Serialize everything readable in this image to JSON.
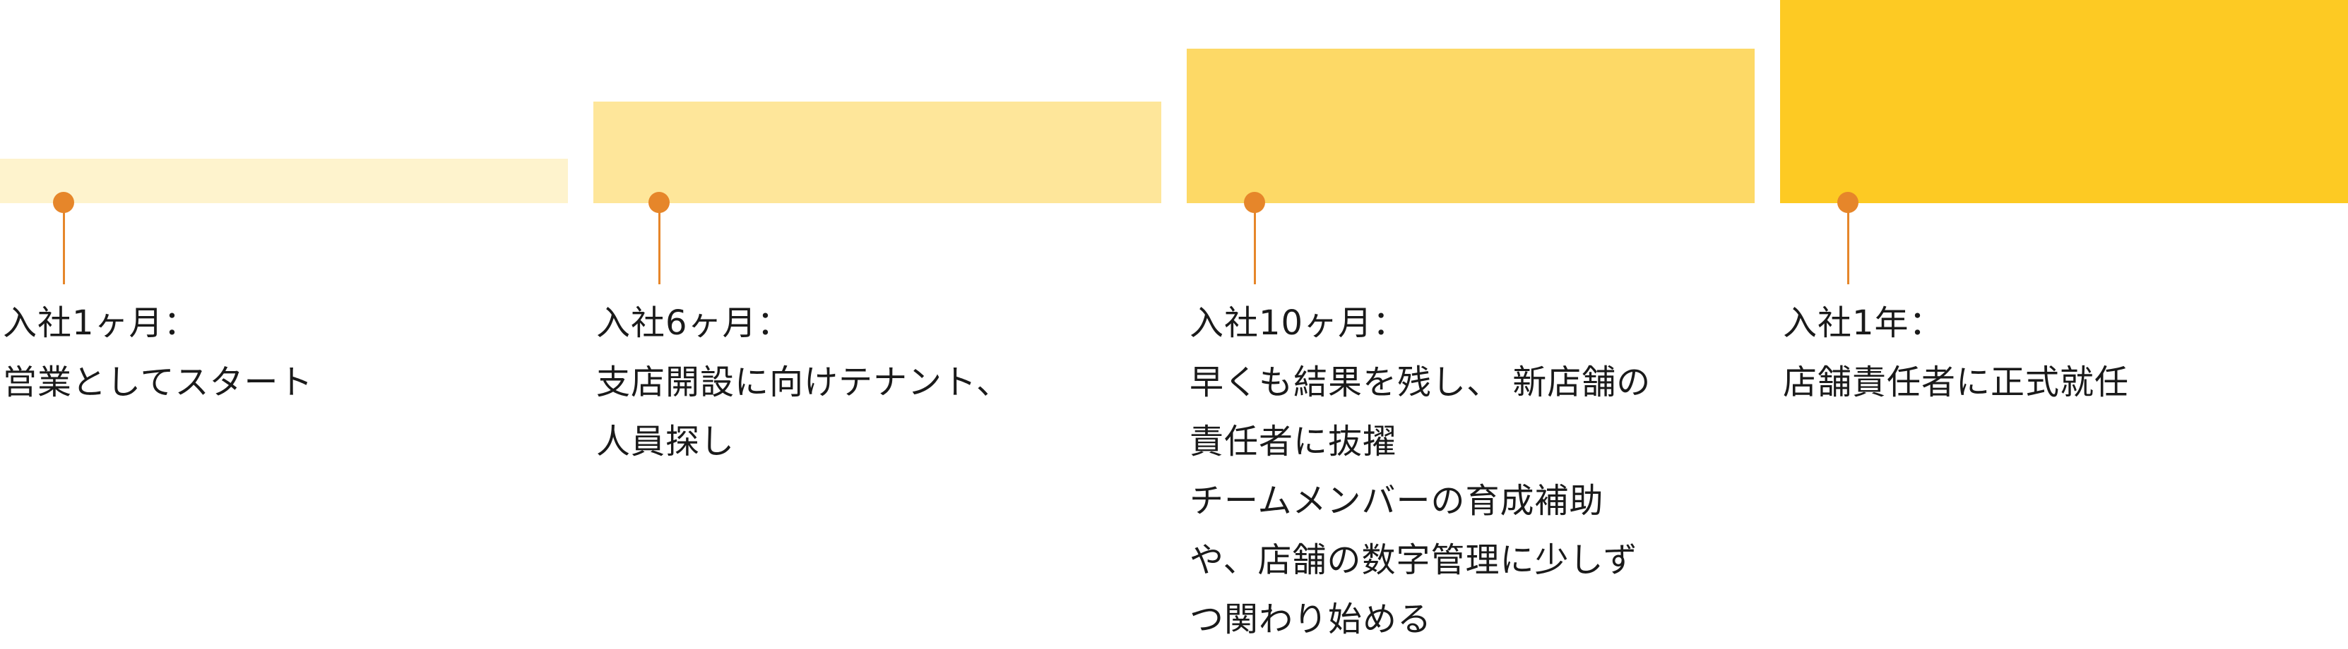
{
  "colors": {
    "accent": "#E6862A",
    "text": "#1a1a1a",
    "background": "#ffffff"
  },
  "milestones": [
    {
      "label": "入社1ヶ月：",
      "description_lines": [
        "営業としてスタート"
      ],
      "bar_color": "#FEF3CD",
      "level": 1
    },
    {
      "label": "入社6ヶ月：",
      "description_lines": [
        "支店開設に向けテナント、",
        "人員探し"
      ],
      "bar_color": "#FEE69A",
      "level": 2
    },
    {
      "label": "入社10ヶ月：",
      "description_lines": [
        "早くも結果を残し、 新店舗の",
        "責任者に抜擢",
        "チームメンバーの育成補助",
        "や、店舗の数字管理に少しず",
        "つ関わり始める"
      ],
      "bar_color": "#FDD966",
      "level": 3
    },
    {
      "label": "入社1年：",
      "description_lines": [
        "店舗責任者に正式就任"
      ],
      "bar_color": "#FDCA23",
      "level": 4
    }
  ]
}
